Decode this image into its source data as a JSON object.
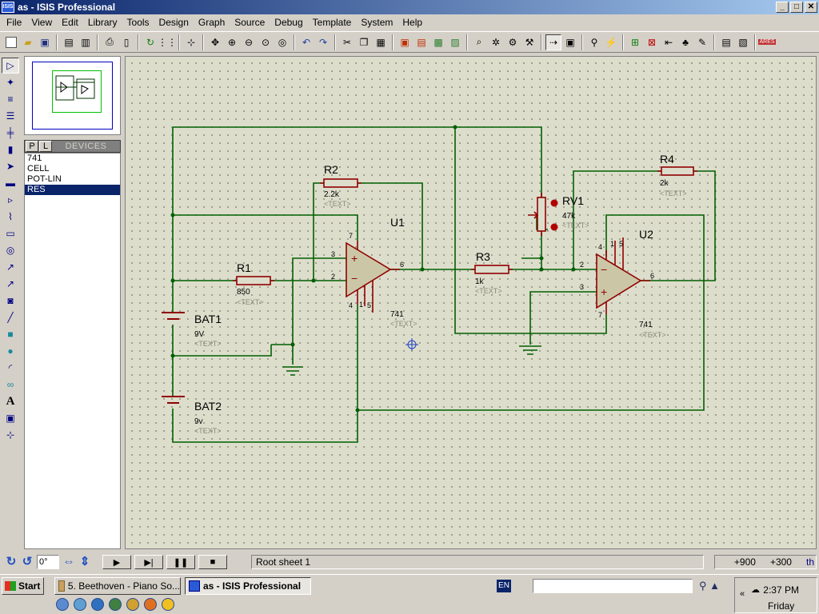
{
  "window": {
    "title": "as - ISIS Professional",
    "app_icon": "ISIS",
    "controls": [
      "_",
      "□",
      "✕"
    ]
  },
  "menu": [
    "File",
    "View",
    "Edit",
    "Library",
    "Tools",
    "Design",
    "Graph",
    "Source",
    "Debug",
    "Template",
    "System",
    "Help"
  ],
  "devices": {
    "tabs": [
      "P",
      "L"
    ],
    "header": "DEVICES",
    "items": [
      "741",
      "CELL",
      "POT-LIN",
      "RES"
    ],
    "selected": "RES"
  },
  "schematic": {
    "components": {
      "r1": {
        "ref": "R1",
        "value": "850",
        "text": "<TEXT>"
      },
      "r2": {
        "ref": "R2",
        "value": "2.2k",
        "text": "<TEXT>"
      },
      "r3": {
        "ref": "R3",
        "value": "1k",
        "text": "<TEXT>"
      },
      "r4": {
        "ref": "R4",
        "value": "2k",
        "text": "<TEXT>"
      },
      "rv1": {
        "ref": "RV1",
        "value": "47k",
        "text": "<TEXT>"
      },
      "u1": {
        "ref": "U1",
        "value": "741",
        "text": "<TEXT>"
      },
      "u2": {
        "ref": "U2",
        "value": "741",
        "text": "<TEXT>"
      },
      "bat1": {
        "ref": "BAT1",
        "value": "9V",
        "text": "<TEXT>"
      },
      "bat2": {
        "ref": "BAT2",
        "value": "9v",
        "text": "<TEXT>"
      }
    },
    "pins": {
      "u1": {
        "p3": "3",
        "p2": "2",
        "p7": "7",
        "p4": "4",
        "p6": "6",
        "p1": "1",
        "p5": "5"
      },
      "u2": {
        "p2": "2",
        "p3": "3",
        "p4": "4",
        "p7": "7",
        "p6": "6",
        "p1": "1",
        "p5": "5"
      }
    }
  },
  "status": {
    "angle": "0°",
    "sheet": "Root sheet 1",
    "x": "+900",
    "y": "+300",
    "units": "th"
  },
  "taskbar": {
    "start": "Start",
    "items": [
      "5. Beethoven - Piano So...",
      "as - ISIS Professional"
    ],
    "lang": "EN",
    "time": "2:37 PM",
    "day": "Friday"
  }
}
